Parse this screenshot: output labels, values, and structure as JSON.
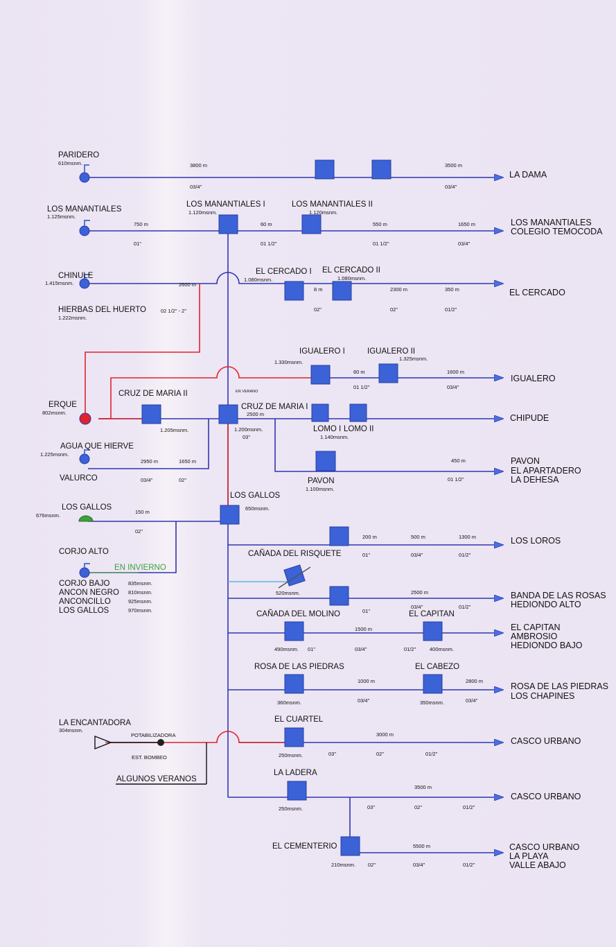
{
  "colors": {
    "pipe": "#2e36b0",
    "red": "#e0222a",
    "tank": "#3b62d6",
    "cyan": "#59b8e0",
    "green": "#3aa23a",
    "black": "#111111"
  },
  "sources": {
    "paridero": {
      "name": "PARIDERO",
      "alt": "610msnm."
    },
    "manantiales": {
      "name": "LOS MANANTIALES",
      "alt": "1.125msnm."
    },
    "chinule": {
      "name": "CHINULE",
      "alt": "1.415msnm."
    },
    "hierbas": {
      "name": "HIERBAS DEL HUERTO",
      "alt": "1.222msnm."
    },
    "erque": {
      "name": "ERQUE",
      "alt": "802msnm."
    },
    "agua": {
      "name": "AGUA QUE HIERVE",
      "alt": "1.225msnm."
    },
    "valurco": {
      "name": "VALURCO"
    },
    "gallos": {
      "name": "LOS GALLOS",
      "alt": "676msnm."
    },
    "corjo": {
      "name": "CORJO ALTO"
    },
    "invierno": "EN INVIERNO",
    "corjo_list": [
      {
        "name": "CORJO BAJO",
        "alt": "835msnm."
      },
      {
        "name": "ANCON NEGRO",
        "alt": "810msnm."
      },
      {
        "name": "ANCONCILLO",
        "alt": "925msnm."
      },
      {
        "name": "LOS GALLOS",
        "alt": "970msnm."
      }
    ],
    "encantadora": {
      "name": "LA ENCANTADORA",
      "alt": "304msnm."
    },
    "potabilizadora": "POTABILIZADORA",
    "bombeo": "EST. BOMBEO",
    "veranos": "ALGUNOS VERANOS"
  },
  "tanks": {
    "manantiales_i": {
      "name": "LOS MANANTIALES I",
      "alt": "1.120msnm."
    },
    "manantiales_ii": {
      "name": "LOS MANANTIALES II",
      "alt": "1.120msnm."
    },
    "cercado_i": {
      "name": "EL CERCADO I",
      "alt": "1.080msnm."
    },
    "cercado_ii": {
      "name": "EL CERCADO II",
      "alt": "1.080msnm."
    },
    "igualero_i": {
      "name": "IGUALERO I",
      "alt": "1.330msnm."
    },
    "igualero_ii": {
      "name": "IGUALERO II",
      "alt": "1.325msnm."
    },
    "cruz_ii": {
      "name": "CRUZ DE MARIA II",
      "alt": "1.205msnm."
    },
    "cruz_i": {
      "name": "CRUZ DE MARIA I",
      "alt": "1.200msnm."
    },
    "en_verano": "EN VERANO",
    "lomo_i": "LOMO I",
    "lomo_ii": "LOMO II",
    "lomo_alt": "1.140msnm.",
    "pavon": {
      "name": "PAVON",
      "alt": "1.100msnm."
    },
    "gallos": {
      "name": "LOS GALLOS",
      "alt": "650msnm."
    },
    "risquete": {
      "name": "CAÑADA DEL RISQUETE",
      "alt": "520msnm."
    },
    "molino": {
      "name": "CAÑADA DEL MOLINO",
      "alt": "490msnm."
    },
    "capitan": {
      "name": "EL CAPITAN",
      "alt": "400msnm."
    },
    "rosa": {
      "name": "ROSA DE LAS PIEDRAS",
      "alt": "360msnm."
    },
    "cabezo": {
      "name": "EL CABEZO",
      "alt": "350msnm."
    },
    "cuartel": {
      "name": "EL CUARTEL",
      "alt": "250msnm."
    },
    "ladera": {
      "name": "LA LADERA",
      "alt": "250msnm."
    },
    "cementerio": {
      "name": "EL CEMENTERIO",
      "alt": "210msnm."
    }
  },
  "pipes": {
    "r1": {
      "len_a": "3800 m",
      "dia_a": "03/4\"",
      "len_b": "3500 m",
      "dia_b": "03/4\""
    },
    "r2": {
      "len_a": "750 m",
      "dia_a": "01\"",
      "len_b": "60 m",
      "dia_b": "01 1/2\"",
      "len_c": "550 m",
      "dia_c": "01 1/2\"",
      "len_d": "1650 m",
      "dia_d": "03/4\""
    },
    "r3": {
      "len_a": "2600 m",
      "dia_a": "02 1/2\" - 2\"",
      "len_b": "8 m",
      "dia_b": "02\"",
      "len_c": "2300 m",
      "dia_c": "02\"",
      "len_d": "350 m",
      "dia_d": "01/2\""
    },
    "r4": {
      "len_a": "60 m",
      "dia_a": "01 1/2\"",
      "len_b": "1600 m",
      "dia_b": "03/4\""
    },
    "r5": {
      "len_a": "2500 m",
      "dia_a": "03\""
    },
    "r6": {
      "len_a": "2950 m",
      "dia_a": "03/4\"",
      "len_b": "1650 m",
      "dia_b": "02\"",
      "len_c": "450 m",
      "dia_c": "01 1/2\""
    },
    "r7": {
      "len_a": "150 m",
      "dia_a": "02\""
    },
    "r8": {
      "len_a": "200 m",
      "dia_a": "01\"",
      "len_b": "500 m",
      "dia_b": "03/4\"",
      "len_c": "1300 m",
      "dia_c": "01/2\""
    },
    "r9": {
      "len_a": "2500 m",
      "dia_a": "01\"",
      "dia_b": "03/4\"",
      "dia_c": "01/2\""
    },
    "r10": {
      "dia_a": "01\"",
      "len_b": "1500 m",
      "dia_b": "03/4\"",
      "dia_c": "01/2\""
    },
    "r11": {
      "len_a": "1000 m",
      "dia_a": "03/4\"",
      "len_b": "2800 m",
      "dia_b": "03/4\""
    },
    "r12": {
      "dia_a": "03\"",
      "len_b": "3000 m",
      "dia_b": "02\"",
      "dia_c": "01/2\""
    },
    "r13": {
      "dia_a": "03\"",
      "len_b": "3500 m",
      "dia_b": "02\"",
      "dia_c": "01/2\""
    },
    "r14": {
      "dia_a": "02\"",
      "len_b": "5500 m",
      "dia_b": "03/4\"",
      "dia_c": "01/2\""
    }
  },
  "destinations": {
    "dama": [
      "LA DAMA"
    ],
    "manantiales": [
      "LOS MANANTIALES",
      "COLEGIO TEMOCODA"
    ],
    "cercado": [
      "EL CERCADO"
    ],
    "igualero": [
      "IGUALERO"
    ],
    "chipude": [
      "CHIPUDE"
    ],
    "pavon": [
      "PAVON",
      "EL APARTADERO",
      "LA DEHESA"
    ],
    "loros": [
      "LOS LOROS"
    ],
    "banda": [
      "BANDA DE LAS ROSAS",
      "HEDIONDO ALTO"
    ],
    "capitan": [
      "EL CAPITAN",
      "AMBROSIO",
      "HEDIONDO BAJO"
    ],
    "rosa": [
      "ROSA DE LAS PIEDRAS",
      "LOS CHAPINES"
    ],
    "casco1": [
      "CASCO URBANO"
    ],
    "casco2": [
      "CASCO URBANO"
    ],
    "casco3": [
      "CASCO URBANO",
      "LA PLAYA",
      "VALLE ABAJO"
    ]
  }
}
